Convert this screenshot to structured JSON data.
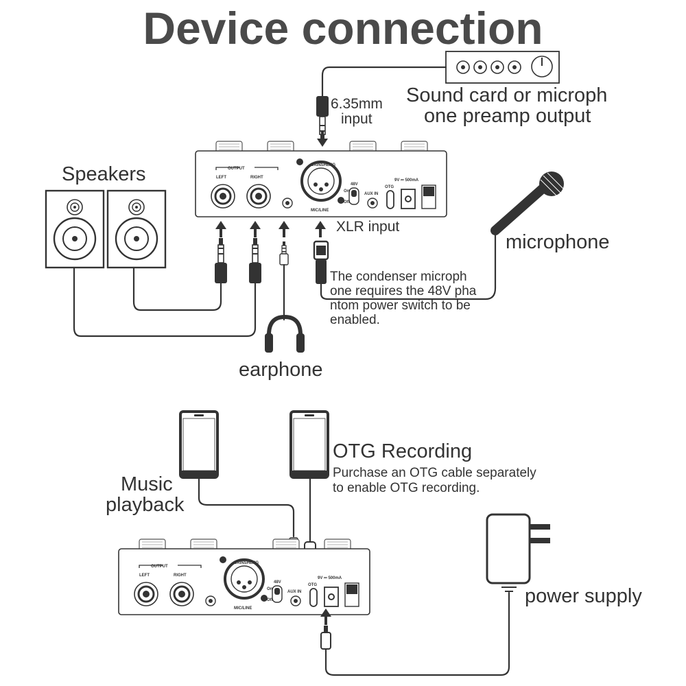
{
  "title": "Device connection",
  "labels": {
    "sound_card_line1": "Sound card or microph",
    "sound_card_line2": "one preamp output",
    "input_635_line1": "6.35mm",
    "input_635_line2": "input",
    "speakers": "Speakers",
    "xlr_input": "XLR input",
    "microphone": "microphone",
    "condenser_note_line1": "The condenser microph",
    "condenser_note_line2": "one requires the 48V pha",
    "condenser_note_line3": "ntom power switch to be",
    "condenser_note_line4": "enabled.",
    "earphone": "earphone",
    "music_playback_line1": "Music",
    "music_playback_line2": "playback",
    "otg_recording": "OTG Recording",
    "otg_note_line1": "Purchase an OTG cable separately",
    "otg_note_line2": "to enable OTG recording.",
    "power_supply": "power supply"
  },
  "device_panel": {
    "output": "OUTPUT",
    "left": "LEFT",
    "right": "RIGHT",
    "brand": "CAINSHENG",
    "phantom": "48V",
    "on": "On",
    "off": "Off",
    "aux_in": "AUX IN",
    "otg": "OTG",
    "power_rating": "9V ⎓ 500mA",
    "mic_line": "MIC/LINE"
  },
  "colors": {
    "title": "#4a4a4a",
    "line": "#333333"
  }
}
